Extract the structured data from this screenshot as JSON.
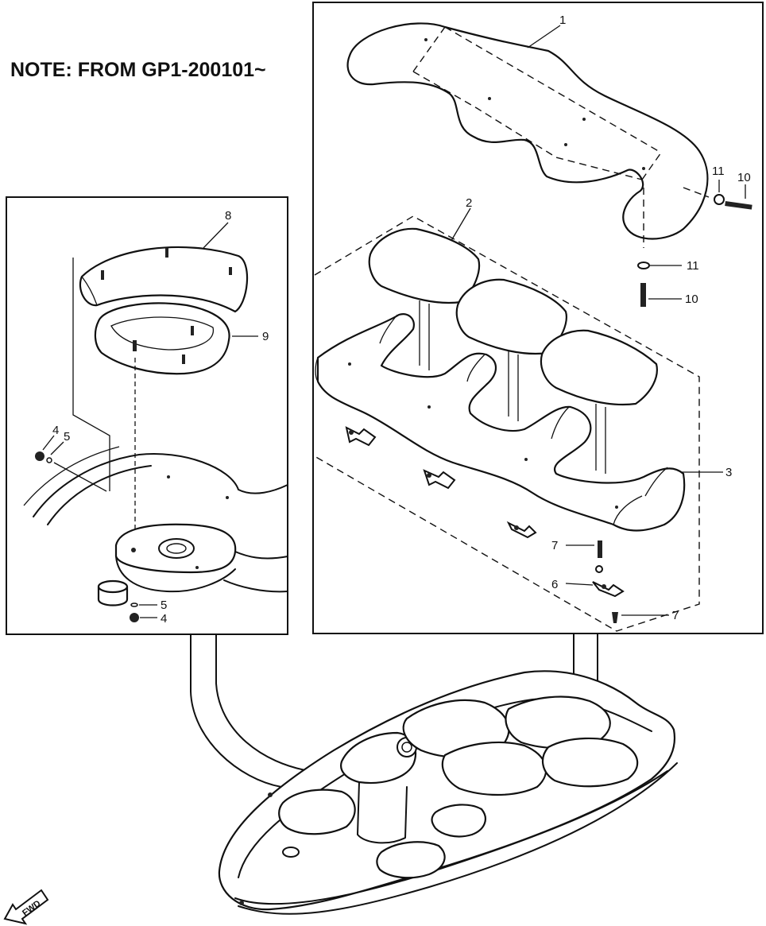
{
  "note": "NOTE: FROM GP1-200101~",
  "fwd_label": "FWD",
  "callouts": {
    "c1": "1",
    "c2": "2",
    "c3": "3",
    "c4a": "4",
    "c4b": "4",
    "c5a": "5",
    "c5b": "5",
    "c6": "6",
    "c7a": "7",
    "c7b": "7",
    "c8": "8",
    "c9": "9",
    "c10a": "10",
    "c10b": "10",
    "c11a": "11",
    "c11b": "11"
  },
  "icons": {
    "fwd_arrow": "fwd-arrow-icon"
  }
}
